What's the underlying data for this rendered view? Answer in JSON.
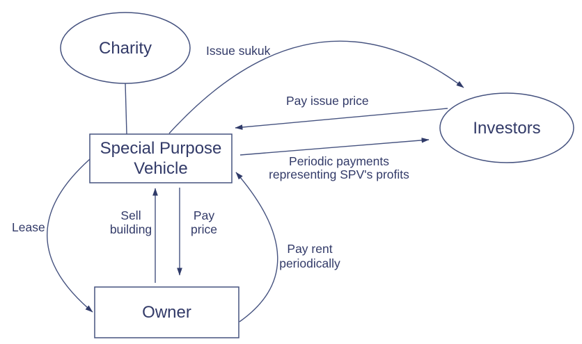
{
  "diagram": {
    "nodes": {
      "charity": {
        "label": "Charity"
      },
      "investors": {
        "label": "Investors"
      },
      "spv": {
        "line1": "Special Purpose",
        "line2": "Vehicle"
      },
      "owner": {
        "label": "Owner"
      }
    },
    "edges": {
      "issue_sukuk": {
        "label": "Issue sukuk",
        "from": "Special Purpose Vehicle",
        "to": "Investors"
      },
      "pay_issue_price": {
        "label": "Pay issue price",
        "from": "Investors",
        "to": "Special Purpose Vehicle"
      },
      "periodic_payments": {
        "line1": "Periodic payments",
        "line2": "representing SPV's profits",
        "from": "Special Purpose Vehicle",
        "to": "Investors"
      },
      "sell_building": {
        "line1": "Sell",
        "line2": "building",
        "from": "Owner",
        "to": "Special Purpose Vehicle"
      },
      "pay_price": {
        "line1": "Pay",
        "line2": "price",
        "from": "Special Purpose Vehicle",
        "to": "Owner"
      },
      "lease": {
        "label": "Lease",
        "from": "Special Purpose Vehicle",
        "to": "Owner"
      },
      "pay_rent": {
        "line1": "Pay rent",
        "line2": "periodically",
        "from": "Owner",
        "to": "Special Purpose Vehicle"
      },
      "charity_link": {
        "label": "",
        "from": "Charity",
        "to": "Special Purpose Vehicle"
      }
    },
    "colors": {
      "line": "#45527f",
      "text": "#323a68",
      "arrow": "#303b69",
      "bg": "#ffffff"
    }
  }
}
